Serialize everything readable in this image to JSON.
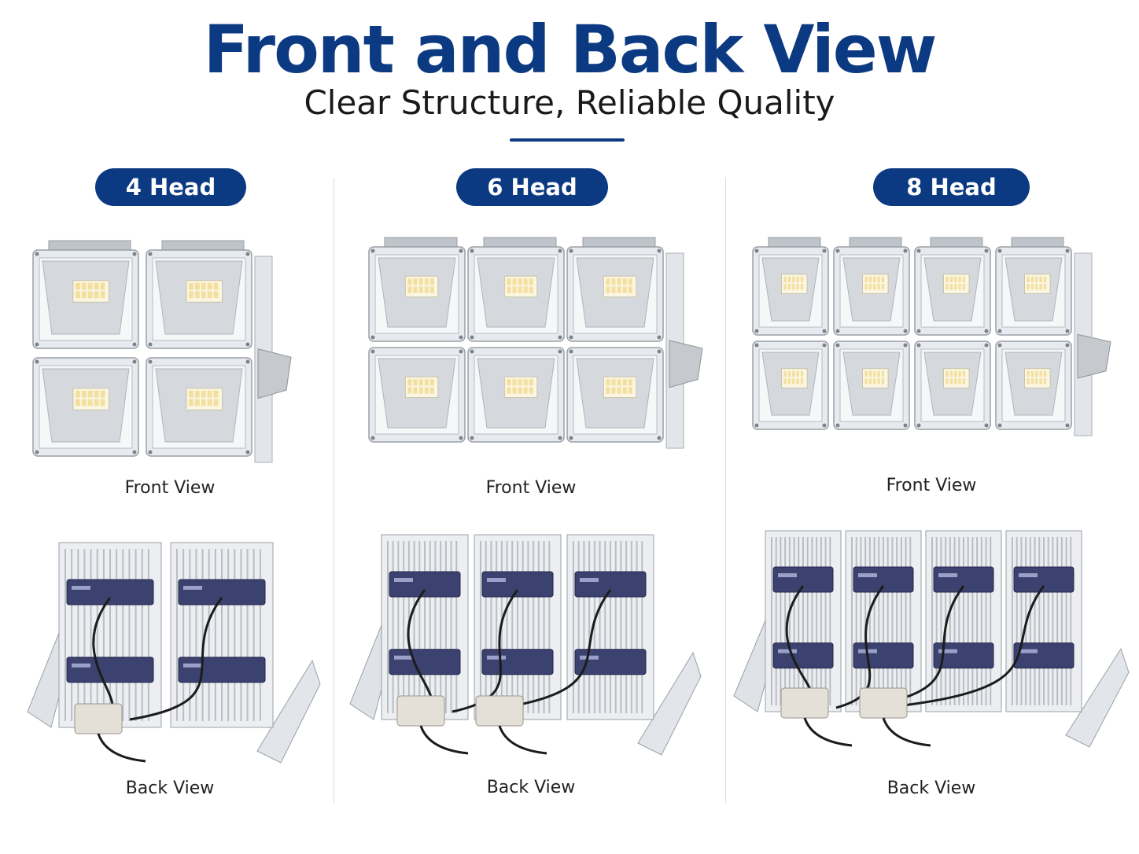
{
  "header": {
    "title": "Front and Back View",
    "subtitle": "Clear Structure, Reliable Quality"
  },
  "colors": {
    "brand_navy": "#0b3a82",
    "aluminum": "#d9dde2",
    "driver_box": "#3c4270",
    "divider": "#cfe0ec"
  },
  "columns": [
    {
      "label": "4 Head",
      "front_caption": "Front View",
      "back_caption": "Back View",
      "heads": 4
    },
    {
      "label": "6 Head",
      "front_caption": "Front View",
      "back_caption": "Back View",
      "heads": 6
    },
    {
      "label": "8 Head",
      "front_caption": "Front View",
      "back_caption": "Back View",
      "heads": 8
    }
  ]
}
